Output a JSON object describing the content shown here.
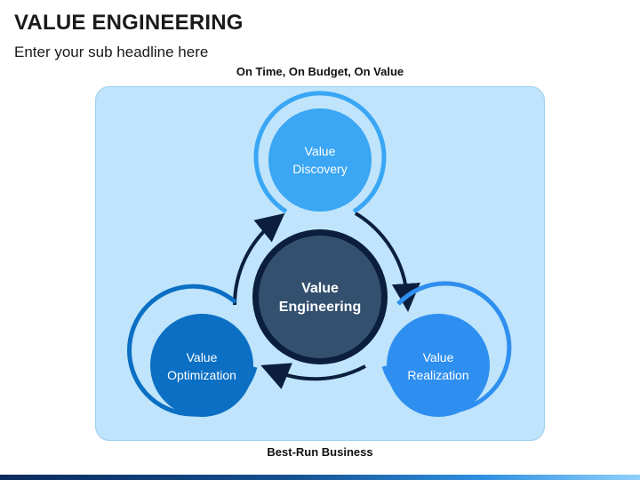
{
  "header": {
    "title": "VALUE ENGINEERING",
    "subtitle": "Enter your sub headline here"
  },
  "diagram": {
    "top_label": "On Time, On Budget, On Value",
    "bottom_label": "Best-Run Business",
    "center": {
      "line1": "Value",
      "line2": "Engineering"
    },
    "nodes": [
      {
        "id": "discovery",
        "line1": "Value",
        "line2": "Discovery"
      },
      {
        "id": "realization",
        "line1": "Value",
        "line2": "Realization"
      },
      {
        "id": "optimization",
        "line1": "Value",
        "line2": "Optimization"
      }
    ]
  },
  "colors": {
    "panel": "#bfe4fb",
    "discovery": "#3aa6f4",
    "realization": "#2f8ff0",
    "optimization": "#0b6fc4",
    "center": "#34506f",
    "center_ring": "#0b1f3d",
    "arrow": "#0b1f3d"
  }
}
